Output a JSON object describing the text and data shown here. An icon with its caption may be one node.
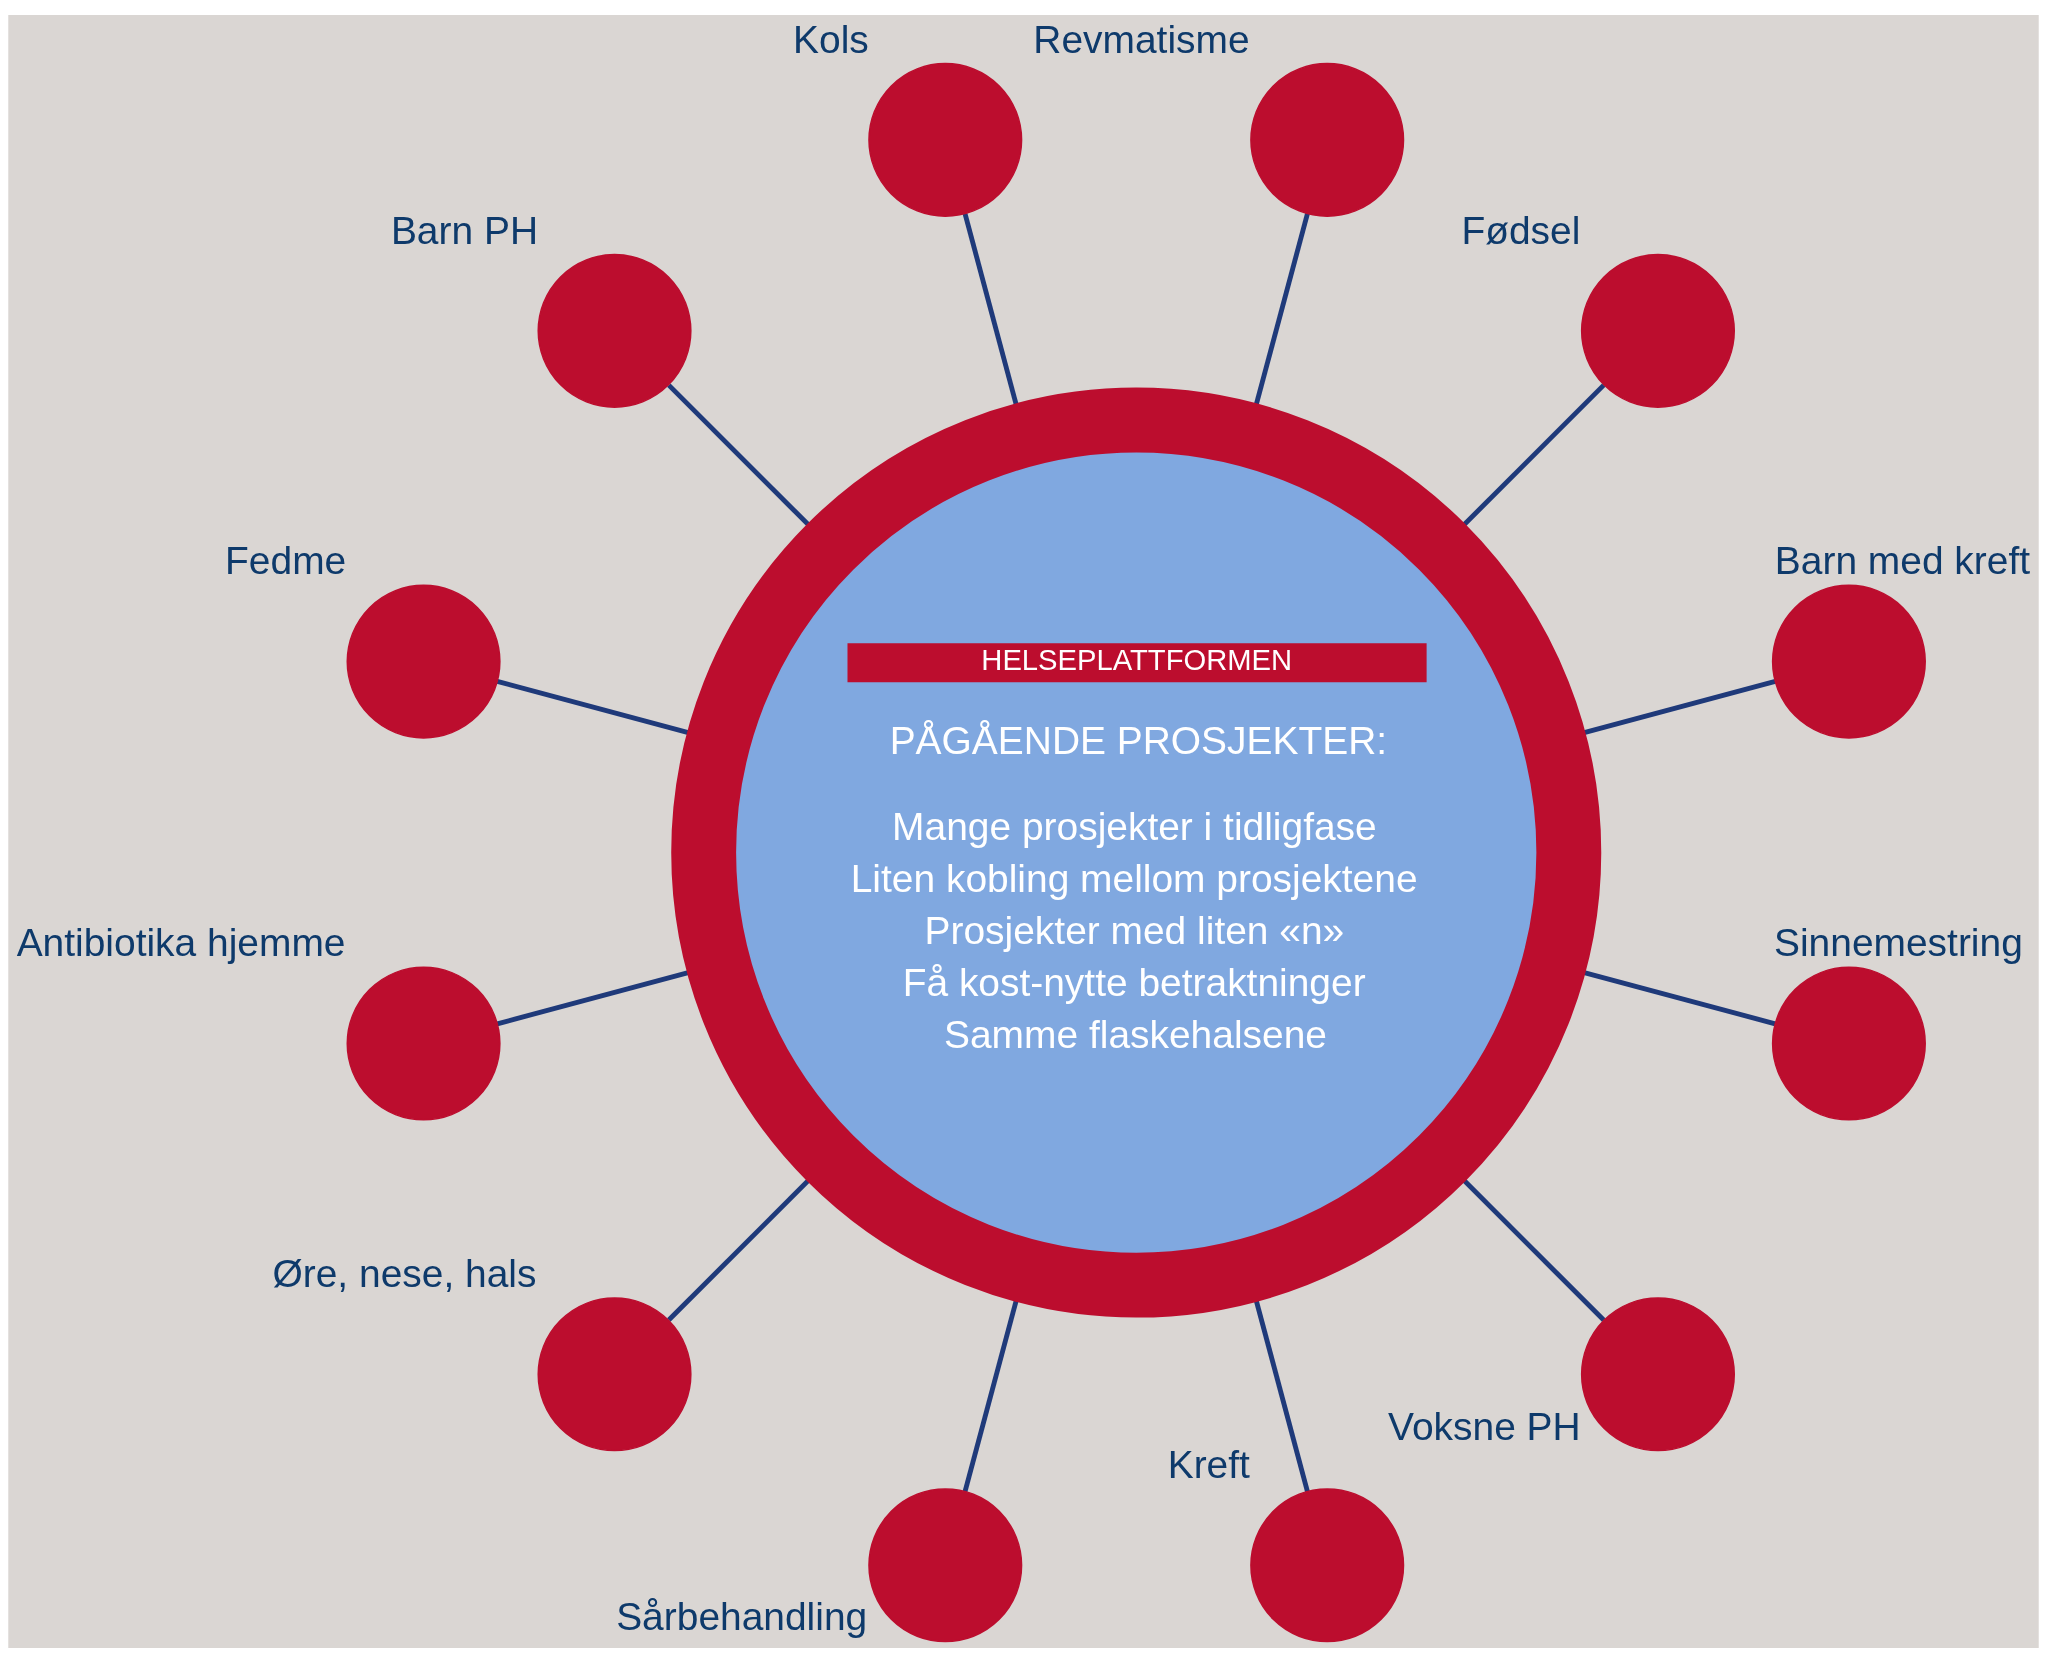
{
  "diagram": {
    "nodes": [
      {
        "text": [
          "HELSEPLATTFORMEN",
          "PÅGÅENDE PROSJEKTER:",
          "Mange prosjekter i tidligfase",
          "Liten kobling mellom prosjektene",
          "Prosjekter med liten «n»",
          "Få kost-nytte betraktninger",
          "Samme flaskehalsene"
        ]
      },
      {
        "text": [],
        "shape": "circle",
        "beside": [
          "Barn med kreft"
        ]
      },
      {
        "text": [],
        "shape": "circle",
        "beside": [
          "Fødsel"
        ]
      },
      {
        "text": [],
        "shape": "circle",
        "beside": [
          "Revmatisme"
        ]
      },
      {
        "text": [],
        "shape": "circle",
        "beside": [
          "Kols"
        ]
      },
      {
        "text": [],
        "shape": "circle",
        "beside": [
          "Barn PH"
        ]
      },
      {
        "text": [],
        "shape": "circle",
        "beside": [
          "Fedme"
        ]
      },
      {
        "text": [],
        "shape": "circle",
        "beside": [
          "Antibiotika hjemme"
        ]
      },
      {
        "text": [],
        "shape": "circle",
        "beside": [
          "Øre, nese, hals"
        ]
      },
      {
        "text": [],
        "shape": "circle",
        "beside": [
          "Sårbehandling"
        ]
      },
      {
        "text": [],
        "shape": "circle",
        "beside": [
          "Kreft"
        ]
      },
      {
        "text": [],
        "shape": "circle",
        "beside": [
          "Voksne PH"
        ]
      },
      {
        "text": [],
        "shape": "circle",
        "beside": [
          "Sinnemestring"
        ]
      }
    ],
    "edges": [
      {
        "from": 0,
        "to": 1,
        "arrow": "none"
      },
      {
        "from": 0,
        "to": 2,
        "arrow": "none"
      },
      {
        "from": 0,
        "to": 3,
        "arrow": "none"
      },
      {
        "from": 0,
        "to": 4,
        "arrow": "none"
      },
      {
        "from": 0,
        "to": 5,
        "arrow": "none"
      },
      {
        "from": 0,
        "to": 6,
        "arrow": "none"
      },
      {
        "from": 0,
        "to": 7,
        "arrow": "none"
      },
      {
        "from": 0,
        "to": 8,
        "arrow": "none"
      },
      {
        "from": 0,
        "to": 9,
        "arrow": "none"
      },
      {
        "from": 0,
        "to": 10,
        "arrow": "none"
      },
      {
        "from": 0,
        "to": 11,
        "arrow": "none"
      },
      {
        "from": 0,
        "to": 12,
        "arrow": "none"
      }
    ]
  }
}
